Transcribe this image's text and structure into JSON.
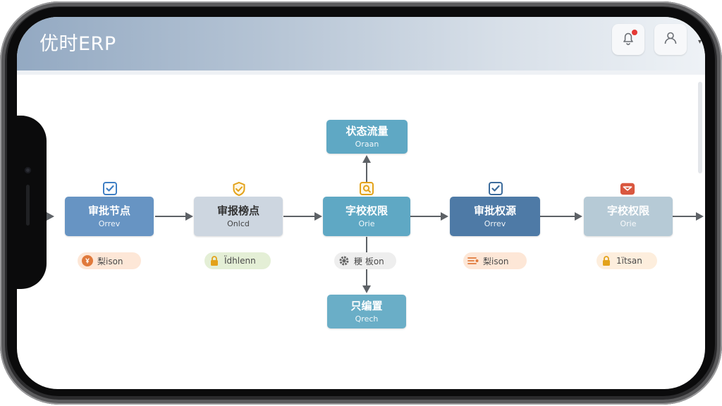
{
  "app": {
    "title": "优时ERP"
  },
  "header": {
    "bell_icon": "bell-icon",
    "user_icon": "user-icon",
    "notification_dot_color": "#e53935"
  },
  "flow": {
    "nodes": [
      {
        "id": "n1",
        "title": "审批节点",
        "sub": "Orrev",
        "color": "#6794c3",
        "text_color": "#ffffff",
        "icon": "check-shield-icon",
        "icon_color": "#3f7fc4"
      },
      {
        "id": "n2",
        "title": "审报榜点",
        "sub": "Onlcd",
        "color": "#cdd6e0",
        "text_color": "#333333",
        "icon": "check-shield-icon",
        "icon_color": "#e3a21a"
      },
      {
        "id": "n3",
        "title": "字校权限",
        "sub": "Orie",
        "color": "#5fa8c4",
        "text_color": "#ffffff",
        "icon": "search-badge-icon",
        "icon_color": "#e3a21a"
      },
      {
        "id": "n4",
        "title": "审批权源",
        "sub": "Orrev",
        "color": "#4e7aa6",
        "text_color": "#ffffff",
        "icon": "check-shield-icon",
        "icon_color": "#3c6c9c"
      },
      {
        "id": "n5",
        "title": "字校权限",
        "sub": "Orie",
        "color": "#b6cad6",
        "text_color": "#ffffff",
        "icon": "mail-badge-icon",
        "icon_color": "#d9573f"
      },
      {
        "id": "top",
        "title": "状态流量",
        "sub": "Oraan",
        "color": "#5fa8c4",
        "text_color": "#ffffff"
      },
      {
        "id": "bottom",
        "title": "只编置",
        "sub": "Qrech",
        "color": "#6aaec7",
        "text_color": "#ffffff"
      }
    ],
    "pills": [
      {
        "text": "梨ison",
        "icon": "coin-icon",
        "bg": "#fde7d7",
        "icon_color": "#e07a3c"
      },
      {
        "text": "Ïdhlenn",
        "icon": "lock-icon",
        "bg": "#e4efd6",
        "icon_color": "#e3a21a"
      },
      {
        "text": "粳 板on",
        "icon": "gear-icon",
        "bg": "#eeeeee",
        "icon_color": "#666666"
      },
      {
        "text": "梨ison",
        "icon": "list-icon",
        "bg": "#fde7d7",
        "icon_color": "#e07a3c"
      },
      {
        "text": "1ïtsan",
        "icon": "lock-icon",
        "bg": "#fdeedd",
        "icon_color": "#e3a21a"
      }
    ]
  }
}
